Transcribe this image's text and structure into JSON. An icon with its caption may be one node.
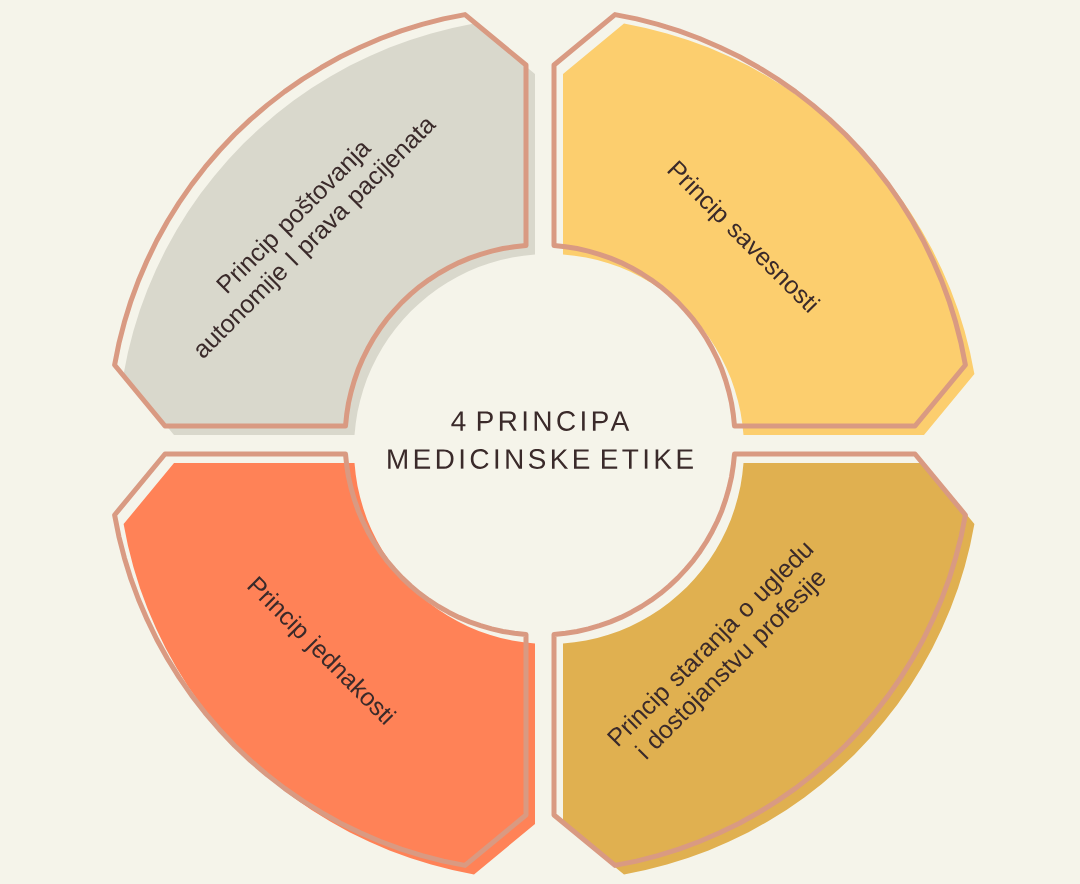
{
  "diagram": {
    "title": "4 PRINCIPA MEDICINSKE ETIKE",
    "nodes": [
      {
        "text": [
          "Princip poštovanja autonomije I prava pacijenata"
        ]
      },
      {
        "text": [
          "Princip savesnosti"
        ]
      },
      {
        "text": [
          "Princip jednakosti"
        ]
      },
      {
        "text": [
          "Princip staranja o ugledu i dostojanstvu profesije"
        ]
      }
    ],
    "edges": []
  }
}
